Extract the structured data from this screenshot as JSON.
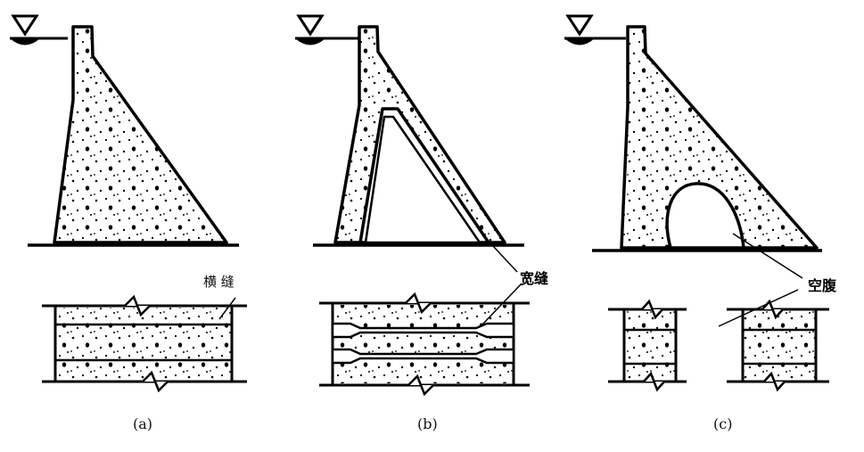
{
  "figure": {
    "captions": [
      "(a)",
      "(b)",
      "(c)"
    ],
    "labels": {
      "transverse_joint": "横 缝",
      "wide_joint": "宽缝",
      "cavity": "空腹"
    },
    "line_color": "#000000",
    "background": "#ffffff"
  }
}
